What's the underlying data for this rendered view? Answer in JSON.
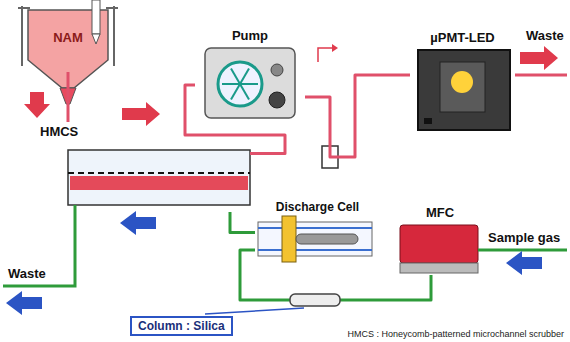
{
  "diagram": {
    "caption": "HMCS : Honeycomb-patterned microchannel scrubber",
    "nodes": [
      {
        "text": [
          "NAM"
        ]
      },
      {
        "text": [
          "HMCS"
        ]
      },
      {
        "text": [
          "Pump"
        ]
      },
      {
        "text": [
          "µPMT-LED"
        ]
      },
      {
        "text": [
          "Discharge Cell"
        ]
      },
      {
        "text": [
          "MFC"
        ]
      },
      {
        "text": [
          "Column : Silica"
        ]
      }
    ],
    "edges": [
      {
        "from": 0,
        "to": 1,
        "arrow": "none"
      },
      {
        "from": 1,
        "to": 2,
        "arrow": "none"
      },
      {
        "from": 2,
        "to": 3,
        "arrow": "none"
      },
      {
        "from": 5,
        "to": 4,
        "arrow": "none"
      },
      {
        "from": 4,
        "to": 1,
        "arrow": "none"
      }
    ],
    "labels": [
      "Waste",
      "Waste",
      "Sample gas"
    ]
  }
}
